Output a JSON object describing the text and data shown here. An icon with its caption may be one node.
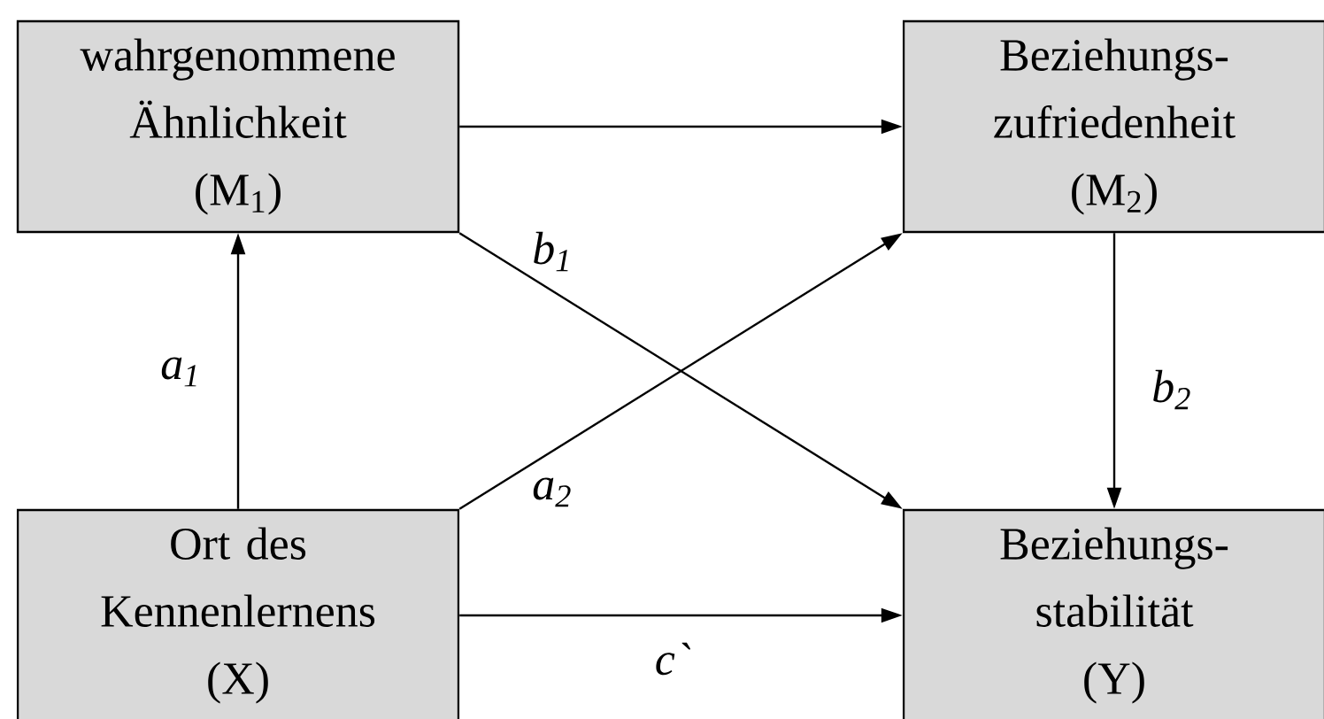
{
  "diagram": {
    "nodes": [
      {
        "text": [
          "wahrgenommene Ähnlichkeit",
          "(M$_{1}$)"
        ]
      },
      {
        "text": [
          "Beziehungs- zufriedenheit",
          "(M$_{2}$)"
        ]
      },
      {
        "text": [
          "Ort des Kennenlernens",
          "(X)"
        ]
      },
      {
        "text": [
          "Beziehungs- stabilität",
          "(Y)"
        ]
      }
    ],
    "edges": [
      {
        "from": 0,
        "to": 1,
        "arrow": "to"
      },
      {
        "from": 2,
        "to": 0,
        "arrow": "to",
        "label": "a$_{1}$"
      },
      {
        "from": 0,
        "to": 3,
        "arrow": "to",
        "label": "b$_{1}$"
      },
      {
        "from": 2,
        "to": 1,
        "arrow": "to",
        "label": "a$_{2}$"
      },
      {
        "from": 1,
        "to": 3,
        "arrow": "to",
        "label": "b$_{2}$"
      },
      {
        "from": 2,
        "to": 3,
        "arrow": "to",
        "label": "c`"
      }
    ]
  }
}
